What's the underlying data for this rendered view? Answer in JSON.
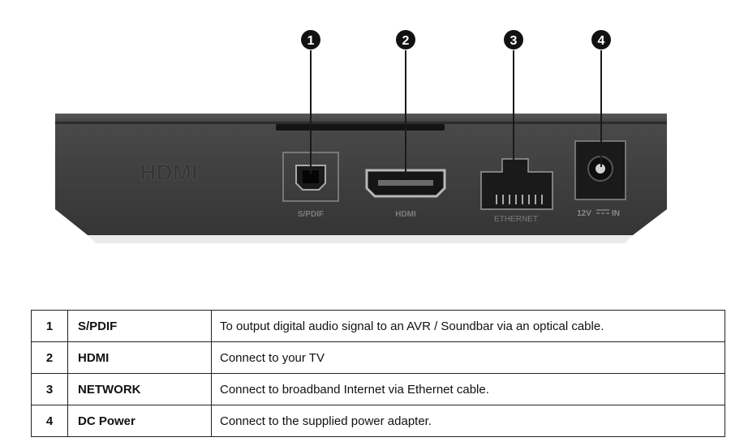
{
  "device": {
    "logo_text": "HDMI",
    "port_labels": {
      "spdif": "S/PDIF",
      "hdmi": "HDMI",
      "ethernet": "ETHERNET",
      "power_prefix": "12V",
      "power_suffix": "IN"
    },
    "callouts": [
      "1",
      "2",
      "3",
      "4"
    ]
  },
  "table": {
    "rows": [
      {
        "number": "1",
        "name": "S/PDIF",
        "description": "To output digital audio signal to an AVR / Soundbar via an optical cable."
      },
      {
        "number": "2",
        "name": "HDMI",
        "description": "Connect to your TV"
      },
      {
        "number": "3",
        "name": "NETWORK",
        "description": "Connect to broadband Internet via Ethernet cable."
      },
      {
        "number": "4",
        "name": "DC Power",
        "description": "Connect to the supplied power adapter."
      }
    ]
  }
}
